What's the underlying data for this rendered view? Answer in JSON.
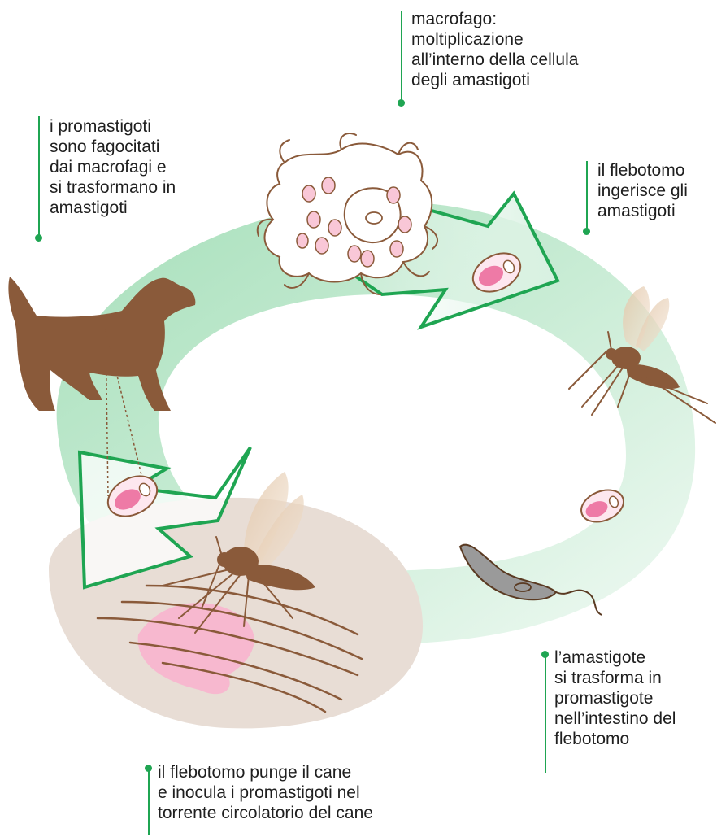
{
  "colors": {
    "accent_green": "#1fa552",
    "cycle_green": "#9fdcb4",
    "organism_brown": "#8a5a3a",
    "cell_pink": "#f4a6bf",
    "skin_beige": "#e8ddd5"
  },
  "icons": [
    "dog-icon",
    "sandfly-icon",
    "macrophage-icon",
    "amastigote-icon",
    "promastigote-icon"
  ],
  "labels": {
    "macrophage": {
      "lines": [
        "macrofago:",
        "moltiplicazione",
        "all’interno della cellula",
        "degli amastigoti"
      ]
    },
    "phagocytosis": {
      "lines": [
        "i promastigoti",
        "sono fagocitati",
        "dai macrofagi e",
        "si trasformano in",
        "amastigoti"
      ]
    },
    "ingestion": {
      "lines": [
        "il flebotomo",
        "ingerisce gli",
        "amastigoti"
      ]
    },
    "transformation": {
      "lines": [
        "l’amastigote",
        "si trasforma in",
        "promastigote",
        "nell’intestino del",
        "flebotomo"
      ]
    },
    "bite": {
      "lines": [
        "il flebotomo punge il cane",
        "e inocula i promastigoti nel",
        "torrente circolatorio del cane"
      ]
    }
  }
}
